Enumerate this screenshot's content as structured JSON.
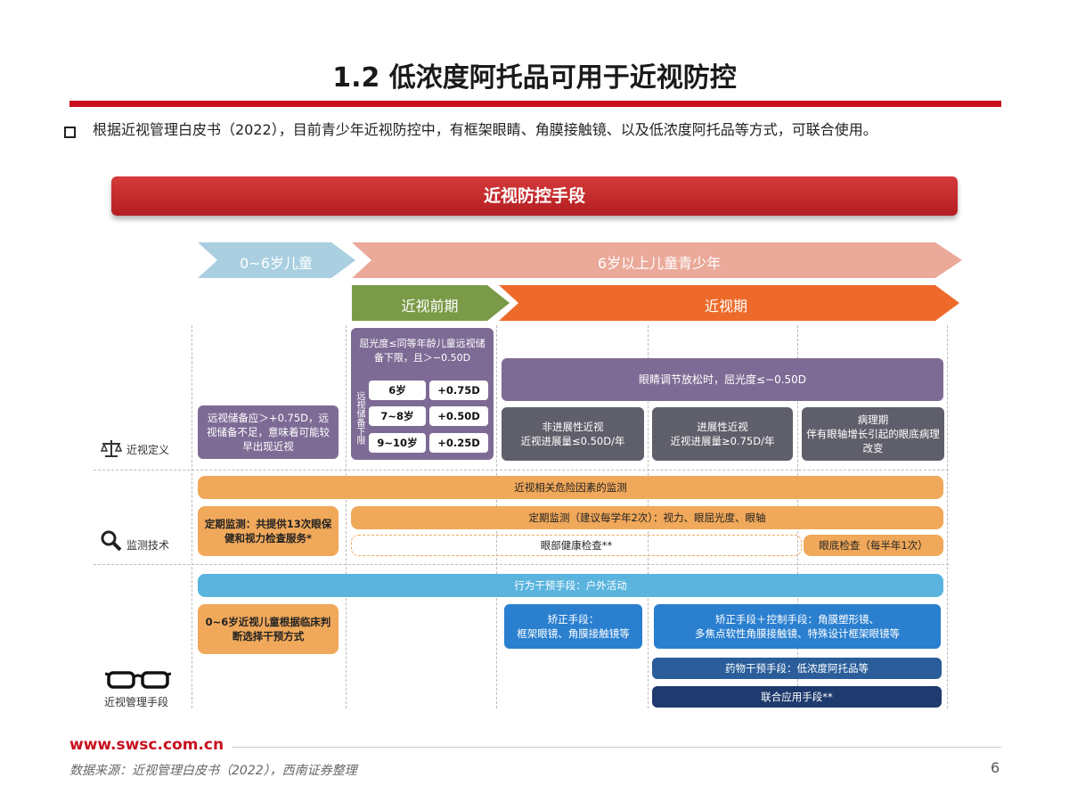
{
  "title": "1.2 低浓度阿托品可用于近视防控",
  "bullet": "根据近视管理白皮书（2022），目前青少年近视防控中，有框架眼睛、角膜接触镜、以及低浓度阿托品等方式，可联合使用。",
  "banner": "近视防控手段",
  "age_groups": {
    "young": "0~6岁儿童",
    "older": "6岁以上儿童青少年"
  },
  "stages": {
    "pre": "近视前期",
    "myopia": "近视期"
  },
  "side_labels": {
    "definition": "近视定义",
    "monitoring": "监测技术",
    "management": "近视管理手段"
  },
  "definition": {
    "young": "远视储备应＞+0.75D，远视储备不足，意味着可能较早出现近视",
    "pre_header": "屈光度≤同等年龄儿童远视储备下限，且＞−0.50D",
    "pre_side": "远视储备下限",
    "pre_table": [
      {
        "age": "6岁",
        "value": "+0.75D"
      },
      {
        "age": "7~8岁",
        "value": "+0.50D"
      },
      {
        "age": "9~10岁",
        "value": "+0.25D"
      }
    ],
    "myopia_header": "眼睛调节放松时，屈光度≤−0.50D",
    "types": [
      "非进展性近视\n近视进展量≤0.50D/年",
      "进展性近视\n近视进展量≥0.75D/年",
      "病理期\n伴有眼轴增长引起的眼底病理改变"
    ]
  },
  "monitoring": {
    "risk": "近视相关危险因素的监测",
    "young": "定期监测：共提供13次眼保健和视力检查服务*",
    "regular": "定期监测（建议每学年2次）：视力、眼屈光度、眼轴",
    "eye_health": "眼部健康检查**",
    "fundus": "眼底检查（每半年1次）"
  },
  "management": {
    "behavior": "行为干预手段：户外活动",
    "young": "0~6岁近视儿童根据临床判断选择干预方式",
    "correction": "矫正手段：\n框架眼镜、角膜接触镜等",
    "correction_control": "矫正手段＋控制手段：角膜塑形镜、\n多焦点软性角膜接触镜、特殊设计框架眼镜等",
    "drug": "药物干预手段：低浓度阿托品等",
    "combined": "联合应用手段**"
  },
  "footer": {
    "url": "www.swsc.com.cn",
    "source": "数据来源：近视管理白皮书（2022），西南证券整理",
    "page": "6"
  },
  "colors": {
    "brand_red": "#c8101e",
    "purple": "#7e6b95",
    "orange": "#f0a85a",
    "green": "#7a9a48",
    "blue": "#2a7fcf",
    "navy": "#1e3a6e"
  }
}
